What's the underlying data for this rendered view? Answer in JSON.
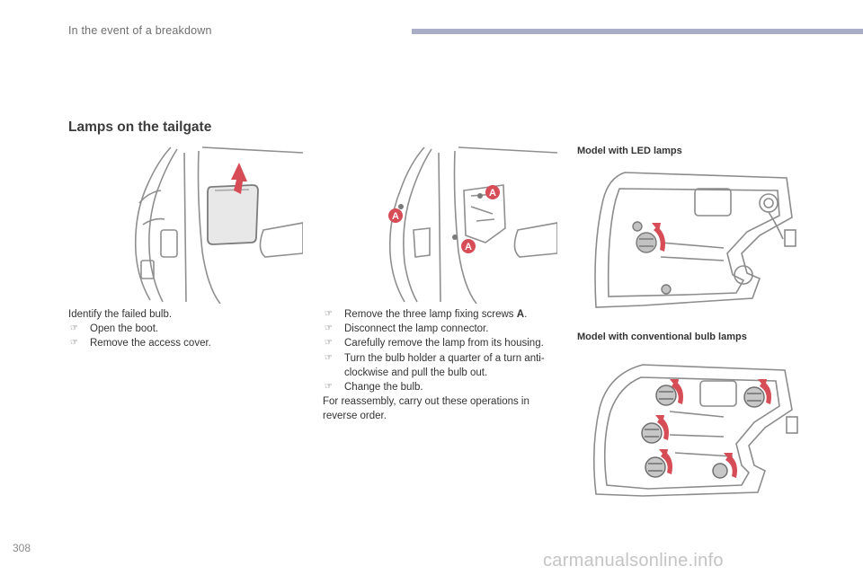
{
  "header": {
    "title": "In the event of a breakdown"
  },
  "section": {
    "title": "Lamps on the tailgate"
  },
  "column1": {
    "intro": "Identify the failed bulb.",
    "steps": [
      "Open the boot.",
      "Remove the access cover."
    ]
  },
  "column2": {
    "step1_text": "Remove the three lamp fixing screws ",
    "step1_ref": "A",
    "step1_end": ".",
    "steps": [
      "Disconnect the lamp connector.",
      "Carefully remove the lamp from its housing.",
      "Turn the bulb holder a quarter of a turn anti-clockwise and pull the bulb out.",
      "Change the bulb."
    ],
    "outro": "For reassembly, carry out these operations in reverse order."
  },
  "column3": {
    "led_label": "Model with LED lamps",
    "conventional_label": "Model with conventional bulb lamps"
  },
  "figure2": {
    "labels": [
      "A",
      "A",
      "A"
    ]
  },
  "footer": {
    "page_number": "308",
    "watermark": "carmanualsonline.info"
  },
  "icons": {
    "bullet": "arrow-bullet-icon",
    "accent_color": "#d64c57",
    "gray": "#8c8c8c"
  }
}
